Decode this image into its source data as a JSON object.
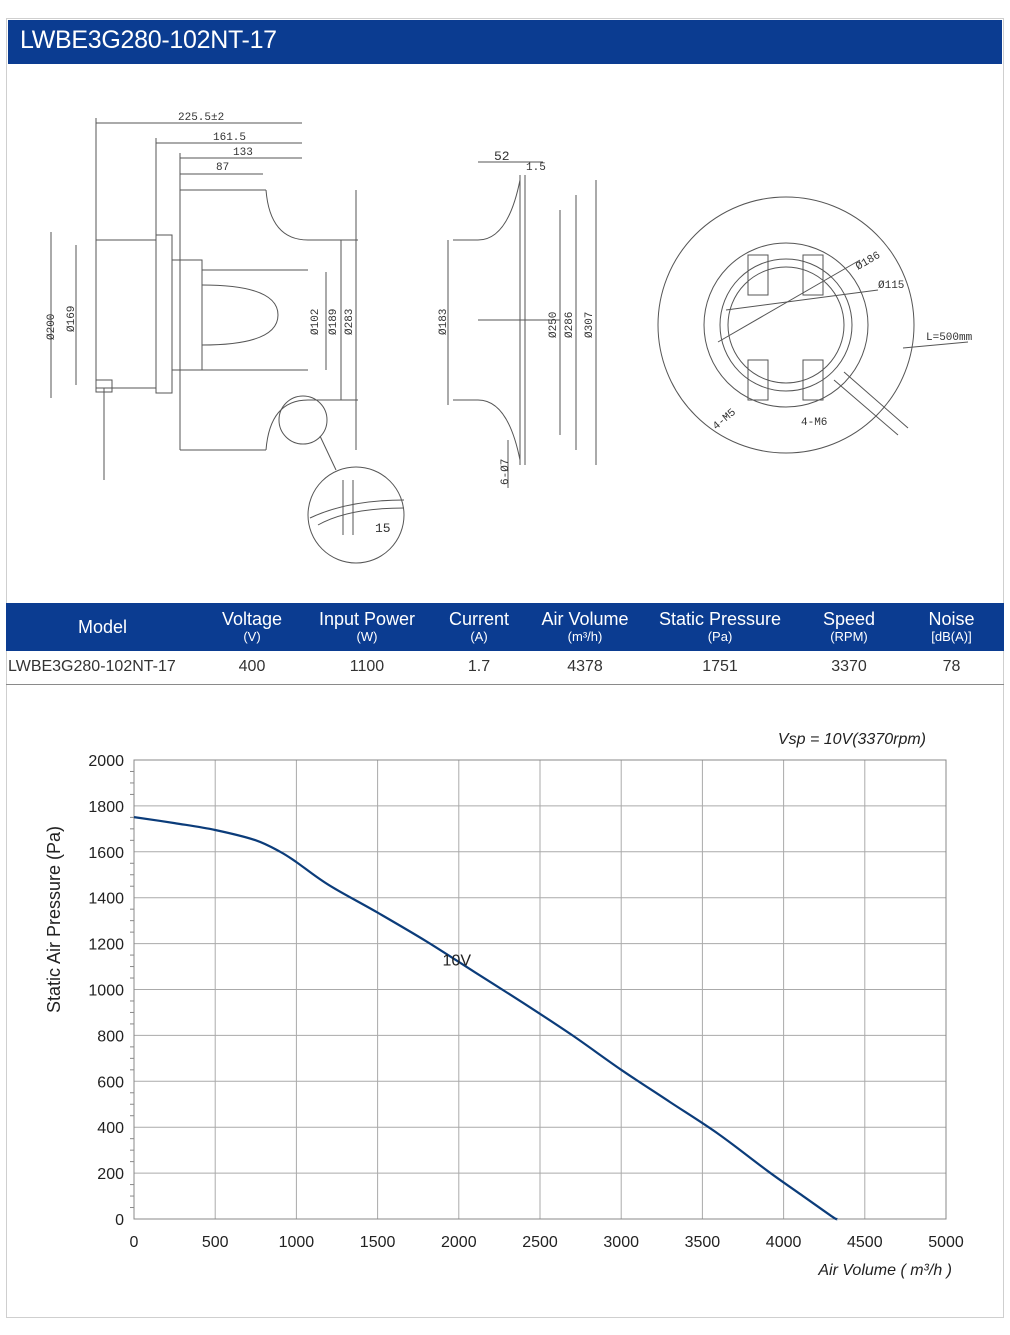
{
  "header": {
    "title": "LWBE3G280-102NT-17"
  },
  "drawings": {
    "side": {
      "d225": "225.5±2",
      "d161": "161.5",
      "d133": "133",
      "d87": "87",
      "d200": "Ø200",
      "d169": "Ø169",
      "d102": "Ø102",
      "d189": "Ø189",
      "d283": "Ø283",
      "detail": "15"
    },
    "section": {
      "d52": "52",
      "d15": "1.5",
      "d183": "Ø183",
      "d250": "Ø250",
      "d286": "Ø286",
      "d307": "Ø307",
      "d67": "6-Ø7"
    },
    "front": {
      "d186": "Ø186",
      "d115": "Ø115",
      "cable": "L=500mm",
      "m5": "4-M5",
      "m6": "4-M6"
    }
  },
  "spec_table": {
    "headers": [
      {
        "label": "Model",
        "unit": ""
      },
      {
        "label": "Voltage",
        "unit": "(V)"
      },
      {
        "label": "Input Power",
        "unit": "(W)"
      },
      {
        "label": "Current",
        "unit": "(A)"
      },
      {
        "label": "Air Volume",
        "unit": "(m³/h)"
      },
      {
        "label": "Static Pressure",
        "unit": "(Pa)"
      },
      {
        "label": "Speed",
        "unit": "(RPM)"
      },
      {
        "label": "Noise",
        "unit": "[dB(A)]"
      }
    ],
    "row": [
      "LWBE3G280-102NT-17",
      "400",
      "1100",
      "1.7",
      "4378",
      "1751",
      "3370",
      "78"
    ]
  },
  "chart_data": {
    "type": "line",
    "title": "",
    "annotation": "Vsp = 10V(3370rpm)",
    "xlabel": "Air Volume ( m³/h )",
    "ylabel": "Static Air Pressure  (Pa)",
    "xlim": [
      0,
      5000
    ],
    "ylim": [
      0,
      2000
    ],
    "xticks": [
      0,
      500,
      1000,
      1500,
      2000,
      2500,
      3000,
      3500,
      4000,
      4500,
      5000
    ],
    "yticks": [
      0,
      200,
      400,
      600,
      800,
      1000,
      1200,
      1400,
      1600,
      1800,
      2000
    ],
    "grid": true,
    "series": [
      {
        "name": "10V",
        "color": "#0b3c7a",
        "x": [
          0,
          250,
          500,
          750,
          900,
          1000,
          1200,
          1500,
          1800,
          2100,
          2400,
          2700,
          3000,
          3300,
          3600,
          3900,
          4100,
          4300,
          4330
        ],
        "y": [
          1751,
          1725,
          1695,
          1650,
          1600,
          1555,
          1455,
          1335,
          1210,
          1075,
          940,
          800,
          650,
          510,
          370,
          210,
          110,
          10,
          0
        ]
      }
    ]
  }
}
